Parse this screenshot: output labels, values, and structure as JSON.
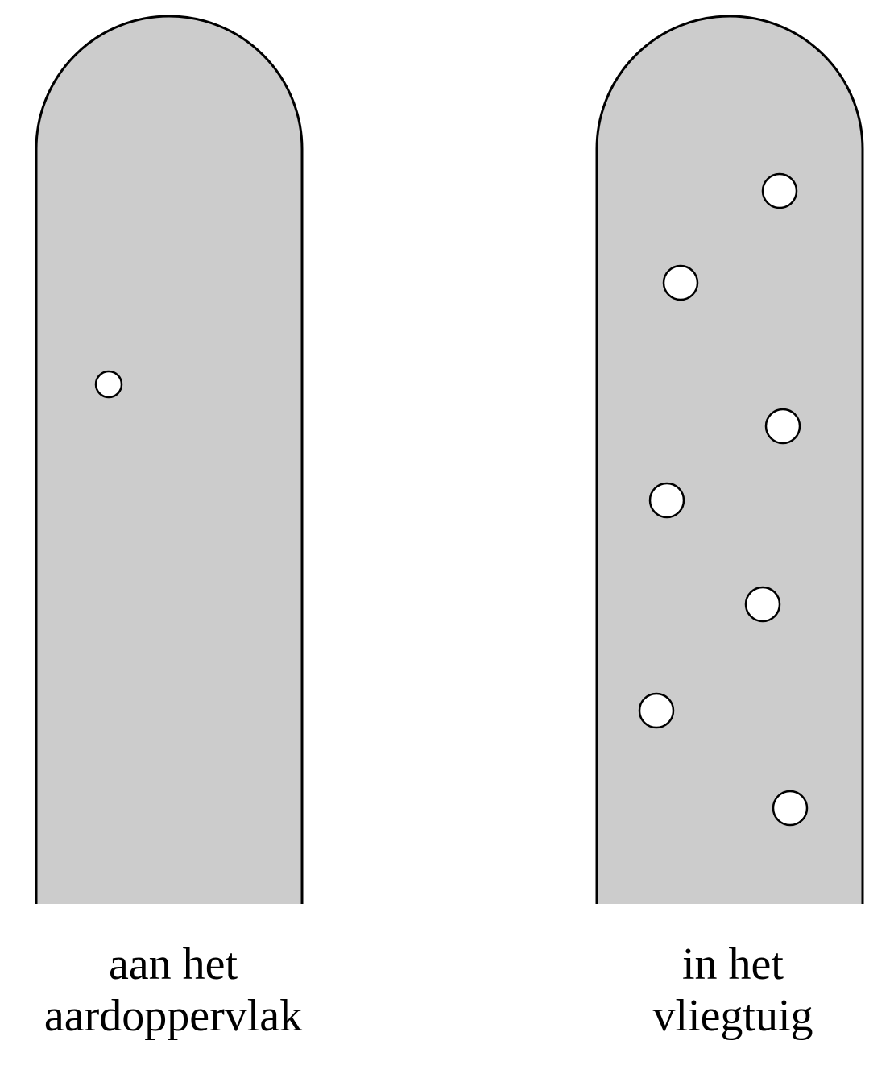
{
  "tubes": [
    {
      "id": "left",
      "caption_lines": [
        "aan het",
        "aardoppervlak"
      ],
      "bubble_count": 1
    },
    {
      "id": "right",
      "caption_lines": [
        "in het",
        "vliegtuig"
      ],
      "bubble_count": 7
    }
  ],
  "colors": {
    "tube_fill": "#cccccc",
    "outline": "#000000",
    "bubble_fill": "#ffffff"
  }
}
